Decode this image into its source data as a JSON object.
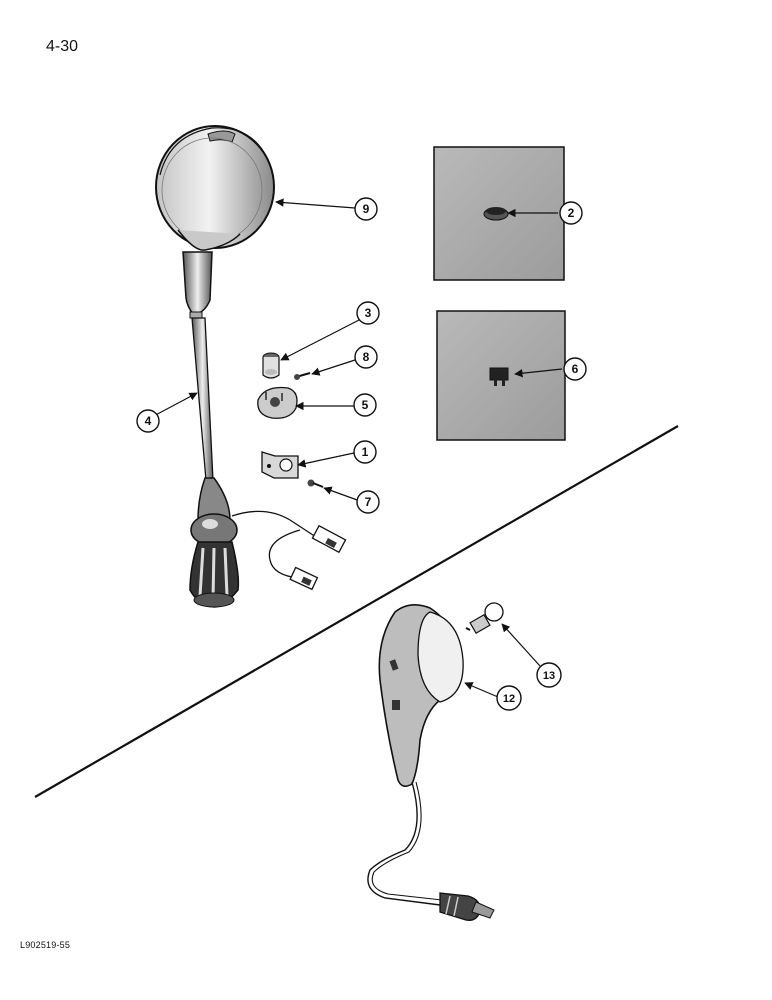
{
  "page": {
    "number": "4-30",
    "figure_code": "L902519-55"
  },
  "callouts": [
    {
      "id": "c1",
      "label": "1"
    },
    {
      "id": "c2",
      "label": "2"
    },
    {
      "id": "c3",
      "label": "3"
    },
    {
      "id": "c4",
      "label": "4"
    },
    {
      "id": "c5",
      "label": "5"
    },
    {
      "id": "c6",
      "label": "6"
    },
    {
      "id": "c7",
      "label": "7"
    },
    {
      "id": "c8",
      "label": "8"
    },
    {
      "id": "c9",
      "label": "9"
    },
    {
      "id": "c12",
      "label": "12"
    },
    {
      "id": "c13",
      "label": "13"
    }
  ]
}
